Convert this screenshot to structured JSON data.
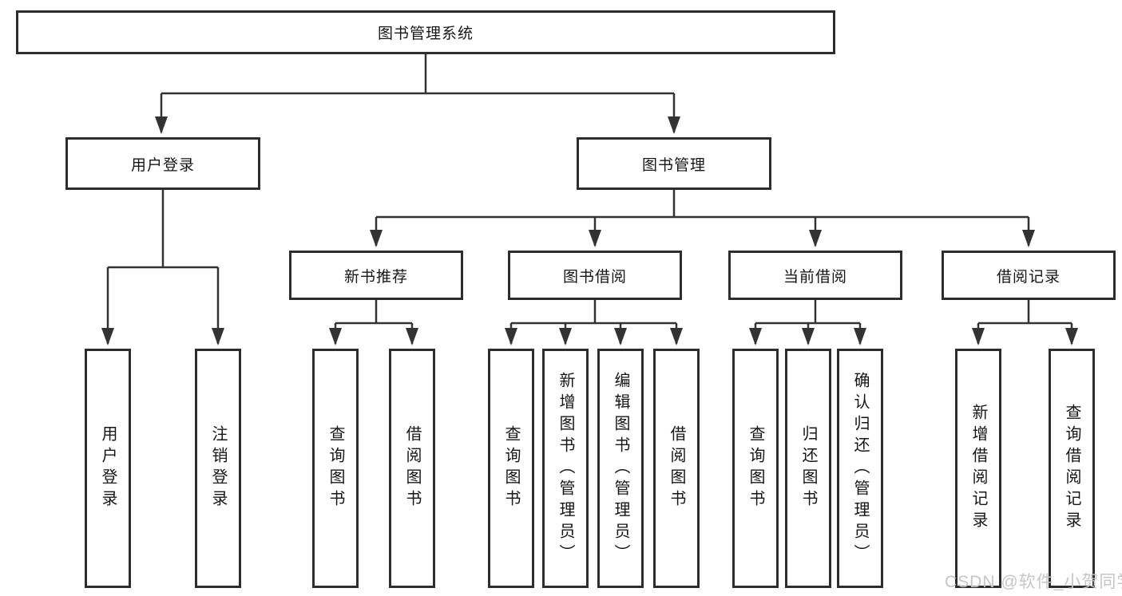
{
  "tree": {
    "root": {
      "label": "图书管理系统"
    },
    "branches": [
      {
        "label": "用户登录",
        "children": [
          {
            "label": "用户登录"
          },
          {
            "label": "注销登录"
          }
        ]
      },
      {
        "label": "图书管理",
        "children": [
          {
            "label": "新书推荐",
            "children": [
              {
                "label": "查询图书"
              },
              {
                "label": "借阅图书"
              }
            ]
          },
          {
            "label": "图书借阅",
            "children": [
              {
                "label": "查询图书"
              },
              {
                "label": "新增图书（管理员）"
              },
              {
                "label": "编辑图书（管理员）"
              },
              {
                "label": "借阅图书"
              }
            ]
          },
          {
            "label": "当前借阅",
            "children": [
              {
                "label": "查询图书"
              },
              {
                "label": "归还图书"
              },
              {
                "label": "确认归还（管理员）"
              }
            ]
          },
          {
            "label": "借阅记录",
            "children": [
              {
                "label": "新增借阅记录"
              },
              {
                "label": "查询借阅记录"
              }
            ]
          }
        ]
      }
    ]
  },
  "watermark": {
    "text": "CSDN @软件_小贺同学"
  },
  "colors": {
    "line": "#333333",
    "box_border": "#2d2d2d",
    "text": "#161616",
    "watermark": "#c6c6c6",
    "background": "#ffffff"
  }
}
